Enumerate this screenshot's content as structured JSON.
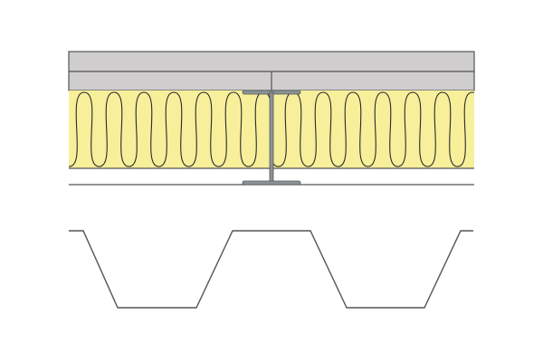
{
  "diagram": {
    "colors": {
      "board": "#cfcdce",
      "insulation": "#f7ef9a",
      "outline": "#555555",
      "steel": "#8c9396",
      "insulation_line": "#2a2a2a"
    },
    "layers": [
      "upper-board",
      "lower-board",
      "insulation",
      "cavity",
      "steel-i-beam",
      "profiled-metal-deck"
    ]
  }
}
